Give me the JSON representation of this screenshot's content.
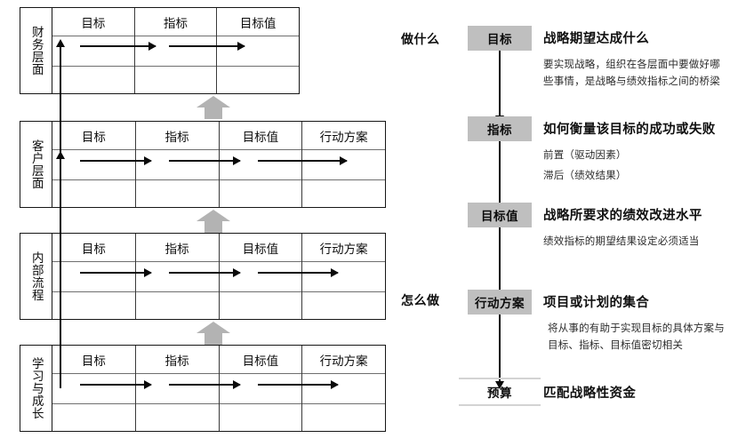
{
  "bsc": {
    "tables": [
      {
        "perspective": "财务层面",
        "columns": [
          "目标",
          "指标",
          "目标值"
        ],
        "arrows": 2
      },
      {
        "perspective": "客户层面",
        "columns": [
          "目标",
          "指标",
          "目标值",
          "行动方案"
        ],
        "arrows": 3
      },
      {
        "perspective": "内部流程",
        "columns": [
          "目标",
          "指标",
          "目标值",
          "行动方案"
        ],
        "arrows": 3
      },
      {
        "perspective": "学习与成长",
        "columns": [
          "目标",
          "指标",
          "目标值",
          "行动方案"
        ],
        "arrows": 3
      }
    ]
  },
  "flow": {
    "group_labels": {
      "what": "做什么",
      "how": "怎么做"
    },
    "steps": [
      {
        "box": "目标",
        "title": "战略期望达成什么",
        "body": "要实现战略，组织在各层面中要做好哪些事情，是战略与绩效指标之间的桥梁"
      },
      {
        "box": "指标",
        "title": "如何衡量该目标的成功或失败",
        "body_line1": "前置（驱动因素）",
        "body_line2": "滞后（绩效结果）"
      },
      {
        "box": "目标值",
        "title": "战略所要求的绩效改进水平",
        "body": "绩效指标的期望结果设定必须适当"
      },
      {
        "box": "行动方案",
        "title": "项目或计划的集合",
        "body": "将从事的有助于实现目标的具体方案与目标、指标、目标值密切相关"
      },
      {
        "box": "预算",
        "title": "匹配战略性资金",
        "body": ""
      }
    ]
  },
  "colors": {
    "box_fill": "#bfbfbf",
    "block_arrow": "#b3b3b3",
    "line": "#0a0a0a",
    "table_border": "#161616",
    "plain_box_rule": "#d3d3d3"
  }
}
